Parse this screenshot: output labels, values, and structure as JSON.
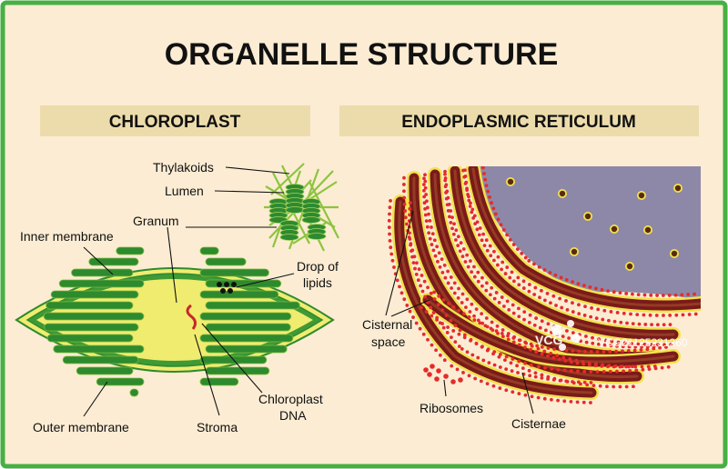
{
  "title": "ORGANELLE STRUCTURE",
  "sections": {
    "chloroplast": "CHLOROPLAST",
    "er": "ENDOPLASMIC RETICULUM"
  },
  "chloroplast_labels": {
    "thylakoids": "Thylakoids",
    "lumen": "Lumen",
    "granum": "Granum",
    "inner_membrane": "Inner membrane",
    "drop_line1": "Drop of",
    "drop_line2": "lipids",
    "chloro_dna_line1": "Chloroplast",
    "chloro_dna_line2": "DNA",
    "outer_membrane": "Outer membrane",
    "stroma": "Stroma"
  },
  "er_labels": {
    "cisternal_line1": "Cisternal",
    "cisternal_line2": "space",
    "ribosomes": "Ribosomes",
    "cisternae": "Cisternae"
  },
  "watermark": {
    "logo": "VCG",
    "id": "VCG21125231260"
  },
  "colors": {
    "background": "#fbecd3",
    "frame": "#46b043",
    "banner": "#eddcab",
    "chloroplast_dark": "#2e8a2e",
    "chloroplast_light": "#8dc43f",
    "stroma": "#f0ec70",
    "er_membrane": "#7a1a1a",
    "er_outline": "#f2e24a",
    "ribosome": "#e62a2a",
    "nucleus": "#8d88a8"
  }
}
